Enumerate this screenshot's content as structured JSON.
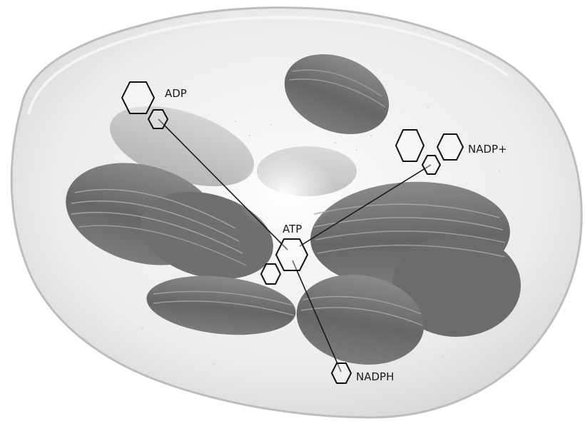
{
  "labels": {
    "adp": "ADP",
    "atp": "ATP",
    "nadp_plus": "NADP+",
    "nadph": "NADPH"
  },
  "colors": {
    "background": "#ffffff",
    "envelope": "#e6e6e6",
    "grana": "#6e6e6e",
    "lines": "#1a1a1a"
  }
}
